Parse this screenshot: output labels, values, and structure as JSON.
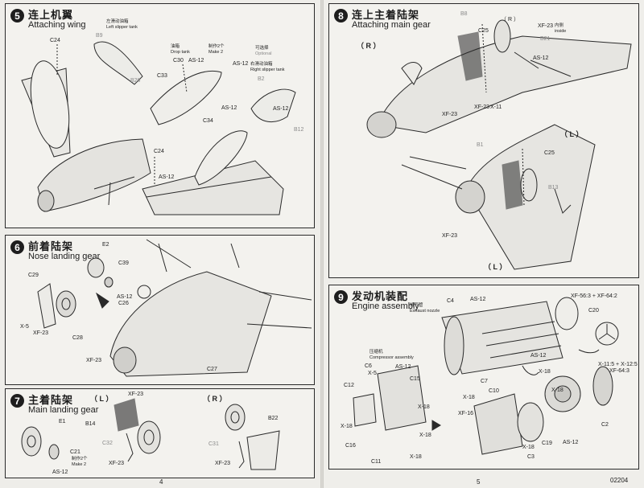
{
  "steps": {
    "step5": {
      "num": "5",
      "title_cn": "连上机翼",
      "title_en": "Attaching wing",
      "labels": {
        "left_slipper_cn": "左滑动油箱",
        "left_slipper_en": "Left slipper tank",
        "drop_tank_cn": "油箱",
        "drop_tank_en": "Drop tank",
        "make2_cn": "制作2个",
        "make2_en": "Make 2",
        "optional_cn": "可选择",
        "optional_en": "Optional",
        "right_slipper_cn": "右滑动油箱",
        "right_slipper_en": "Right slipper tank",
        "b9": "B9",
        "b20": "B20",
        "b2": "B2",
        "b12": "B12",
        "c24a": "C24",
        "c24b": "C24",
        "c30": "C30",
        "c33": "C33",
        "c34": "C34",
        "as12a": "AS-12",
        "as12b": "AS-12",
        "as12c": "AS-12",
        "as12d": "AS-12",
        "as12e": "AS-12"
      }
    },
    "step6": {
      "num": "6",
      "title_cn": "前着陆架",
      "title_en": "Nose landing gear",
      "labels": {
        "e2": "E2",
        "c39": "C39",
        "as12": "AS-12",
        "c26": "C26",
        "c29": "C29",
        "x5": "X-5",
        "xf23a": "XF-23",
        "c28": "C28",
        "xf23b": "XF-23",
        "c27": "C27"
      }
    },
    "step7": {
      "num": "7",
      "title_cn": "主着陆架",
      "title_en": "Main landing gear",
      "left_mark": "（ L ）",
      "right_mark": "（ R ）",
      "labels": {
        "xf23a": "XF-23",
        "b14": "B14",
        "c32": "C32",
        "xf23b": "XF-23",
        "e1": "E1",
        "c21": "C21",
        "make2_cn": "制作2个",
        "make2_en": "Make 2",
        "as12": "AS-12",
        "b22": "B22",
        "c31": "C31",
        "xf23c": "XF-23"
      }
    },
    "step8": {
      "num": "8",
      "title_cn": "连上主着陆架",
      "title_en": "Attaching main gear",
      "r_mark": "（ R ）",
      "l_mark": "（ L ）",
      "l_mark2": "（ L ）",
      "labels": {
        "b8": "B8",
        "r_small": "（ R ）",
        "xf23a": "XF-23",
        "c25a": "C25",
        "inside_cn": "内侧",
        "inside_en": "inside",
        "b21": "B21",
        "as12": "AS-12",
        "xf23b": "XF-23",
        "xf23c": "XF-23",
        "x11": "X-11",
        "b1": "B1",
        "c25b": "C25",
        "b13": "B13",
        "xf23d": "XF-23"
      }
    },
    "step9": {
      "num": "9",
      "title_cn": "发动机装配",
      "title_en": "Engine assembly",
      "labels": {
        "c4": "C4",
        "as12a": "AS-12",
        "exhaust_cn": "排气管",
        "exhaust_en": "Exhaust nozzle",
        "as12b": "AS-12",
        "mix1": "XF-56:3 + XF-64:2",
        "c20": "C20",
        "compressor_cn": "压缩机",
        "compressor_en": "Compressor assembly",
        "c6": "C6",
        "as12c": "AS-12",
        "x5": "X-5",
        "c15": "C15",
        "c7": "C7",
        "mix2": "X-11:5 + X-12:5",
        "xf64": "XF-64:3",
        "x18a": "X-18",
        "c12": "C12",
        "c10": "C10",
        "x18b": "X-18",
        "x18c": "X-18",
        "xf16": "XF-16",
        "x18d": "X-18",
        "c16": "C16",
        "x18e": "X-18",
        "x18f": "X-18",
        "c11": "C11",
        "c19": "C19",
        "as12d": "AS-12",
        "c3": "C3",
        "c2": "C2",
        "x18g": "X-18",
        "x18h": "X-18"
      }
    }
  },
  "footer": {
    "left_page": "4",
    "right_page": "5",
    "code": "02204"
  }
}
